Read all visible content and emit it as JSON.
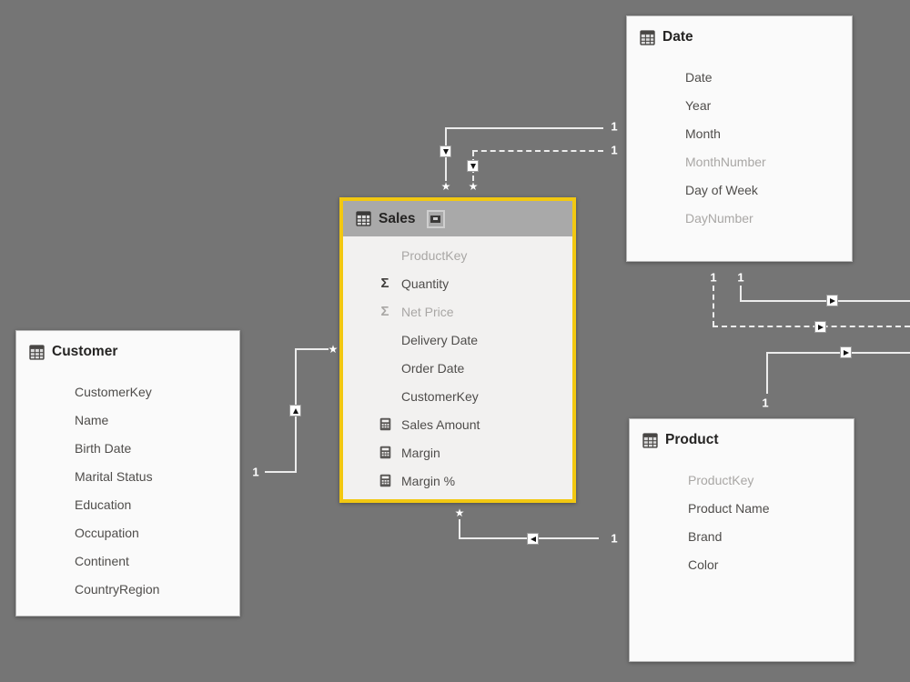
{
  "colors": {
    "canvas-bg": "#757575",
    "card-bg": "#fafafa",
    "card-border": "#b5b5b5",
    "accent": "#F2C811",
    "selected-header-bg": "#a9a9a9",
    "selected-body-bg": "#f2f1f0",
    "title-text": "#252423",
    "field-text": "#4f4d4b",
    "hidden-field-text": "#a9a7a5",
    "line": "#ececec",
    "cardinality-text": "#ffffff"
  },
  "icons": {
    "sigma": "Σ",
    "table": "table-grid-icon",
    "measure": "calculator-icon",
    "header_card": "card-collapse-icon"
  },
  "tables": {
    "date": {
      "title": "Date",
      "fields": [
        {
          "name": "Date",
          "icon": "none",
          "hidden": false
        },
        {
          "name": "Year",
          "icon": "none",
          "hidden": false
        },
        {
          "name": "Month",
          "icon": "none",
          "hidden": false
        },
        {
          "name": "MonthNumber",
          "icon": "none",
          "hidden": true
        },
        {
          "name": "Day of Week",
          "icon": "none",
          "hidden": false
        },
        {
          "name": "DayNumber",
          "icon": "none",
          "hidden": true
        }
      ]
    },
    "sales": {
      "title": "Sales",
      "selected": true,
      "fields": [
        {
          "name": "ProductKey",
          "icon": "none",
          "hidden": true
        },
        {
          "name": "Quantity",
          "icon": "sigma",
          "hidden": false
        },
        {
          "name": "Net Price",
          "icon": "sigma",
          "hidden": true
        },
        {
          "name": "Delivery Date",
          "icon": "none",
          "hidden": false
        },
        {
          "name": "Order Date",
          "icon": "none",
          "hidden": false
        },
        {
          "name": "CustomerKey",
          "icon": "none",
          "hidden": false
        },
        {
          "name": "Sales Amount",
          "icon": "calculator",
          "hidden": false
        },
        {
          "name": "Margin",
          "icon": "calculator",
          "hidden": false
        },
        {
          "name": "Margin %",
          "icon": "calculator",
          "hidden": false
        }
      ]
    },
    "customer": {
      "title": "Customer",
      "fields": [
        {
          "name": "CustomerKey",
          "icon": "none",
          "hidden": false
        },
        {
          "name": "Name",
          "icon": "none",
          "hidden": false
        },
        {
          "name": "Birth Date",
          "icon": "none",
          "hidden": false
        },
        {
          "name": "Marital Status",
          "icon": "none",
          "hidden": false
        },
        {
          "name": "Education",
          "icon": "none",
          "hidden": false
        },
        {
          "name": "Occupation",
          "icon": "none",
          "hidden": false
        },
        {
          "name": "Continent",
          "icon": "none",
          "hidden": false
        },
        {
          "name": "CountryRegion",
          "icon": "none",
          "hidden": false
        }
      ]
    },
    "product": {
      "title": "Product",
      "fields": [
        {
          "name": "ProductKey",
          "icon": "none",
          "hidden": true
        },
        {
          "name": "Product Name",
          "icon": "none",
          "hidden": false
        },
        {
          "name": "Brand",
          "icon": "none",
          "hidden": false
        },
        {
          "name": "Color",
          "icon": "none",
          "hidden": false
        }
      ]
    }
  },
  "relationships": {
    "one_glyph": "1",
    "many_glyph": "★",
    "items": [
      {
        "from": "Sales",
        "from_cardinality": "*",
        "to": "Date",
        "to_cardinality": "1",
        "line": "solid",
        "arrow": "down-toward-Sales"
      },
      {
        "from": "Sales",
        "from_cardinality": "*",
        "to": "Date",
        "to_cardinality": "1",
        "line": "dashed",
        "arrow": "down-toward-Sales"
      },
      {
        "from": "Customer",
        "from_cardinality": "1",
        "to": "Sales",
        "to_cardinality": "*",
        "line": "solid",
        "arrow": "up-toward-Sales"
      },
      {
        "from": "Sales",
        "from_cardinality": "*",
        "to": "Product",
        "to_cardinality": "1",
        "line": "solid",
        "arrow": "left-toward-Sales"
      },
      {
        "from": "Date",
        "from_cardinality": "1",
        "to": "off-screen-right",
        "line": "solid",
        "arrow": "right"
      },
      {
        "from": "Date",
        "from_cardinality": "1",
        "to": "off-screen-right",
        "line": "dashed",
        "arrow": "right"
      },
      {
        "from": "Product",
        "from_cardinality": "1",
        "to": "off-screen-right",
        "line": "solid",
        "arrow": "right"
      }
    ]
  }
}
